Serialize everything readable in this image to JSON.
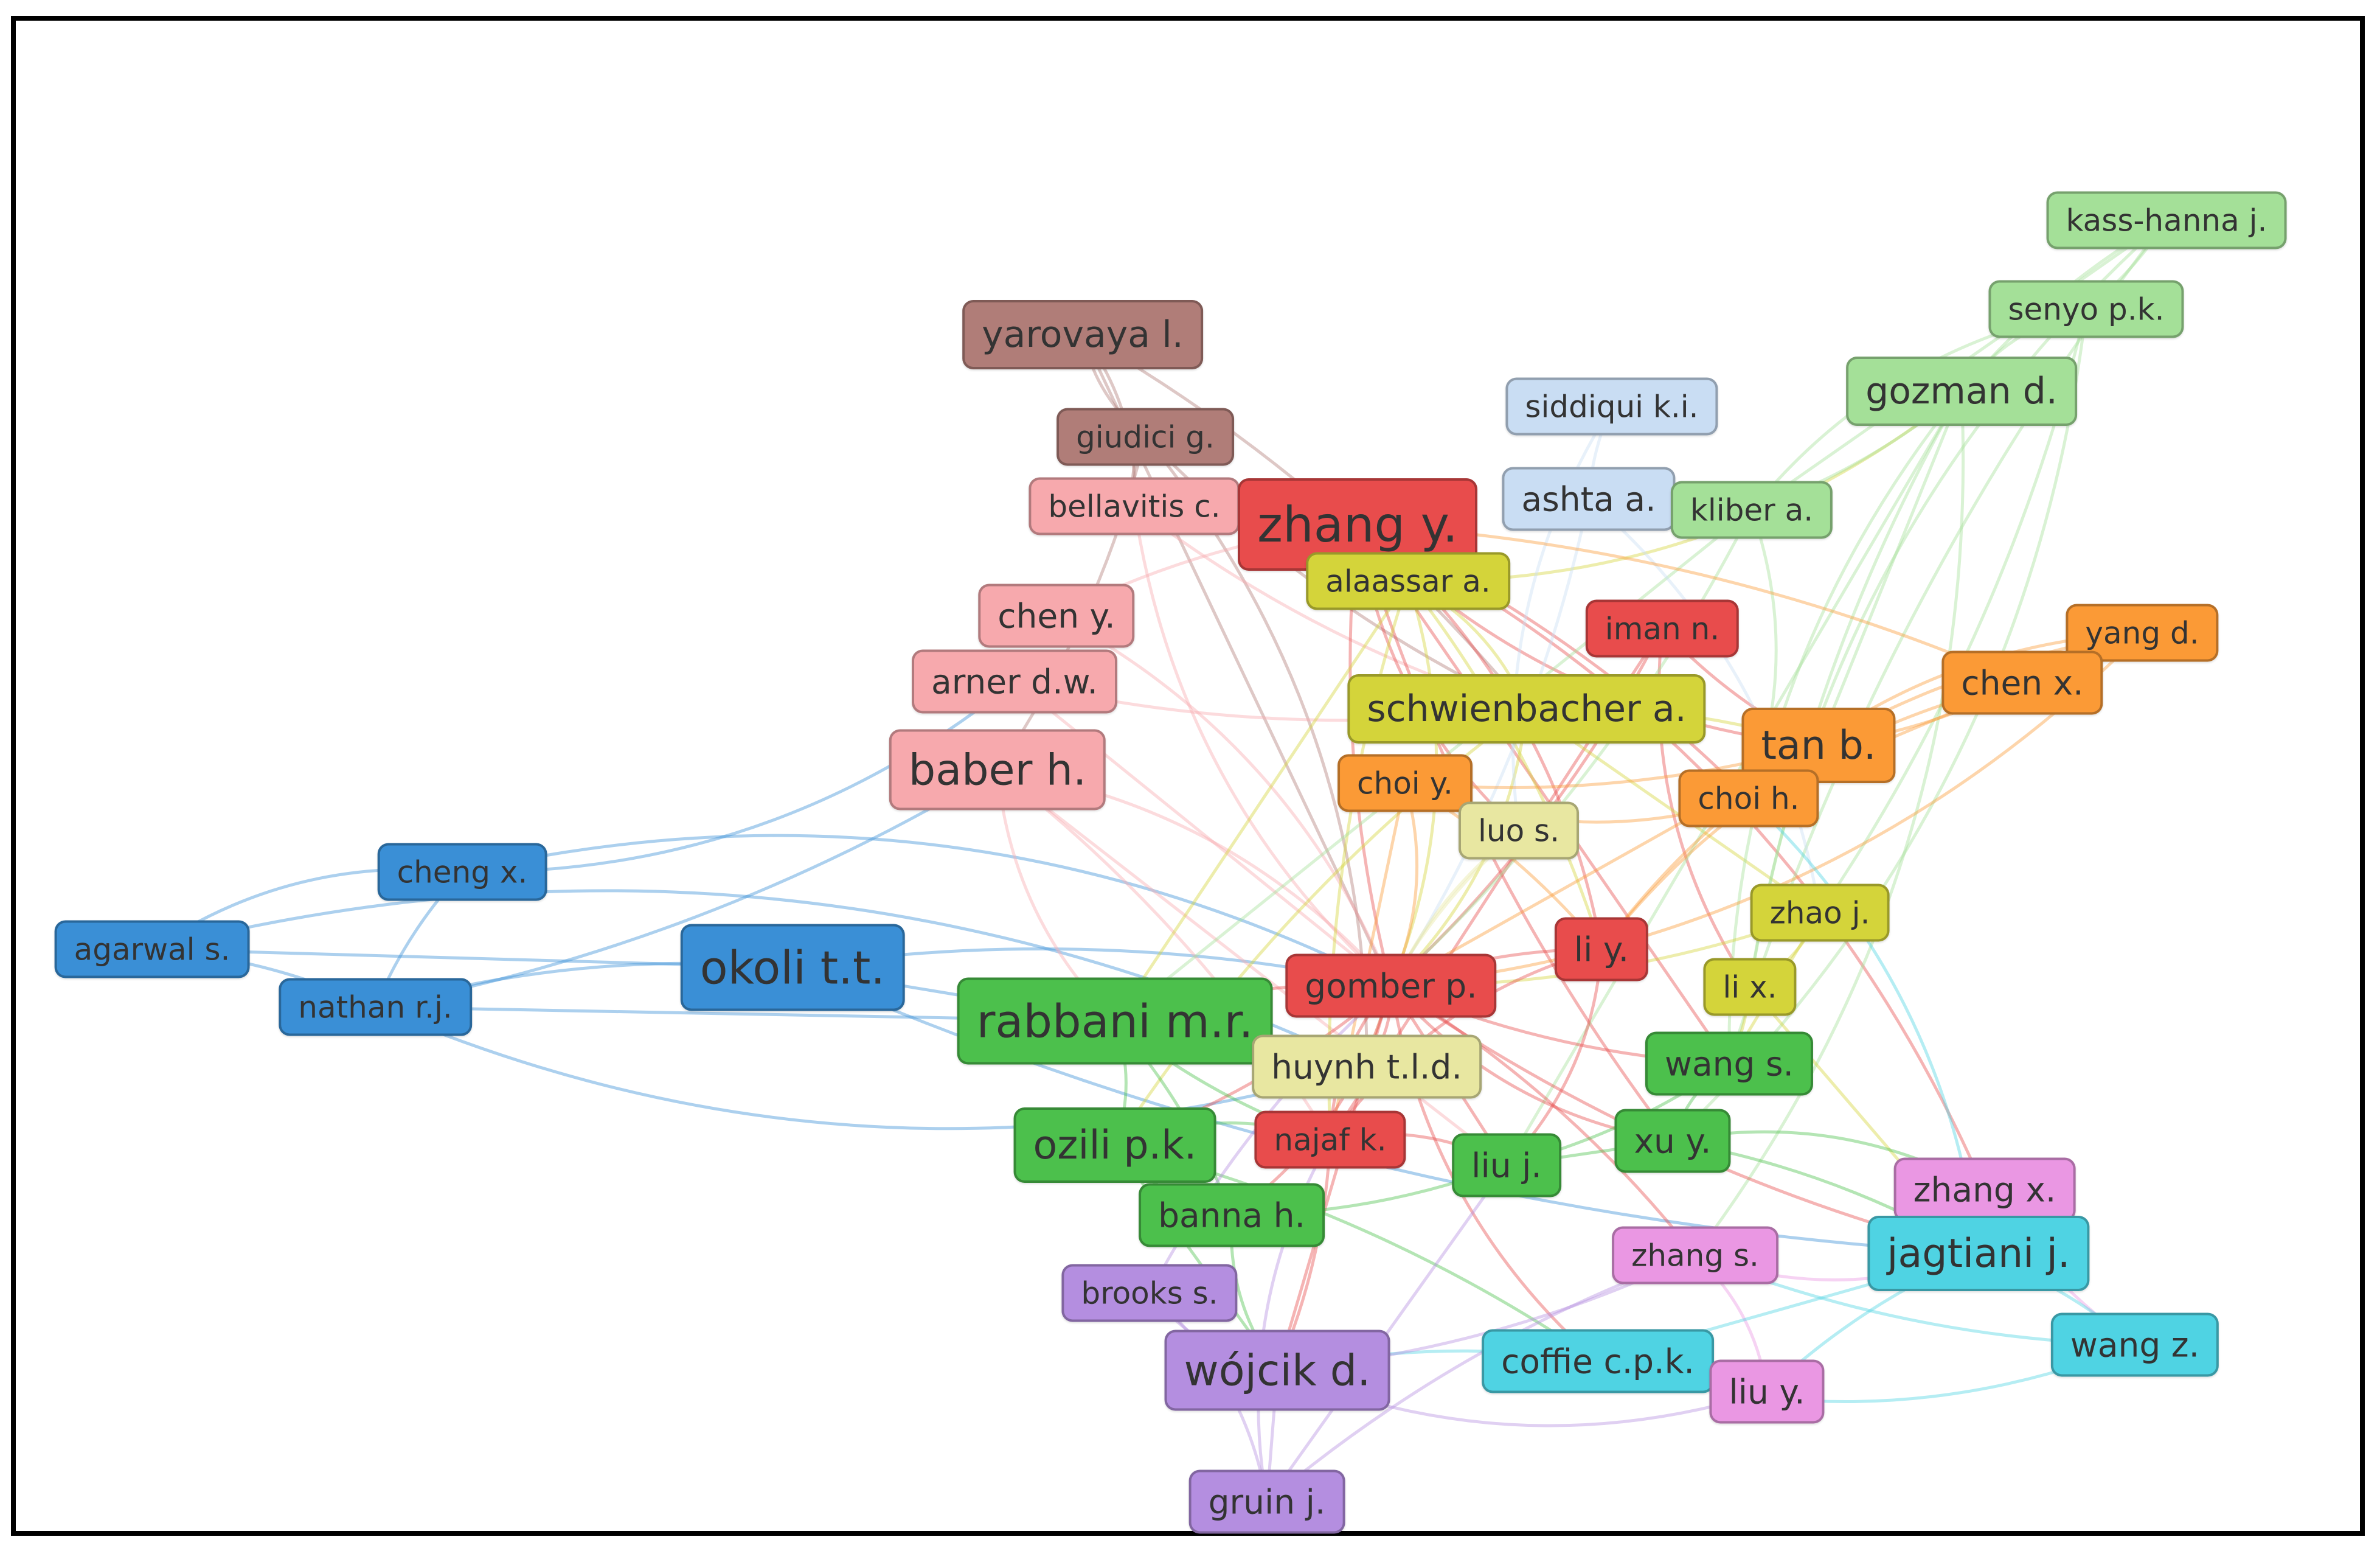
{
  "colors": {
    "red": "#e84c4c",
    "salmon": "#f7a9ad",
    "brown": "#b07d78",
    "blue": "#3a8fd6",
    "lightblue": "#c9ddf3",
    "yellow": "#d4d43a",
    "lightyellow": "#e8e7a1",
    "orange": "#fb9a36",
    "green": "#4cc04c",
    "lightgreen": "#a4e098",
    "purple": "#b48ee0",
    "pink": "#ea97e3",
    "cyan": "#4fd3e3"
  },
  "nodes": [
    {
      "id": "kass-hanna",
      "label": "kass-hanna j.",
      "color": "lightgreen",
      "weight": 1
    },
    {
      "id": "senyo",
      "label": "senyo p.k.",
      "color": "lightgreen",
      "weight": 1
    },
    {
      "id": "gozman",
      "label": "gozman d.",
      "color": "lightgreen",
      "weight": 1.2
    },
    {
      "id": "yarovaya",
      "label": "yarovaya l.",
      "color": "brown",
      "weight": 1.2
    },
    {
      "id": "giudici",
      "label": "giudici g.",
      "color": "brown",
      "weight": 1
    },
    {
      "id": "siddiqui",
      "label": "siddiqui k.i.",
      "color": "lightblue",
      "weight": 1
    },
    {
      "id": "ashta",
      "label": "ashta a.",
      "color": "lightblue",
      "weight": 1.1
    },
    {
      "id": "kliber",
      "label": "kliber a.",
      "color": "lightgreen",
      "weight": 1
    },
    {
      "id": "bellavitis",
      "label": "bellavitis c.",
      "color": "salmon",
      "weight": 1
    },
    {
      "id": "zhang-y",
      "label": "zhang y.",
      "color": "red",
      "weight": 1.6
    },
    {
      "id": "alaassar",
      "label": "alaassar a.",
      "color": "yellow",
      "weight": 1
    },
    {
      "id": "chen-y",
      "label": "chen y.",
      "color": "salmon",
      "weight": 1.1
    },
    {
      "id": "iman",
      "label": "iman n.",
      "color": "red",
      "weight": 1
    },
    {
      "id": "yang-d",
      "label": "yang d.",
      "color": "orange",
      "weight": 1
    },
    {
      "id": "arner",
      "label": "arner d.w.",
      "color": "salmon",
      "weight": 1.1
    },
    {
      "id": "chen-x",
      "label": "chen x.",
      "color": "orange",
      "weight": 1.1
    },
    {
      "id": "schwienbacher",
      "label": "schwienbacher a.",
      "color": "yellow",
      "weight": 1.2
    },
    {
      "id": "baber",
      "label": "baber h.",
      "color": "salmon",
      "weight": 1.4
    },
    {
      "id": "tan-b",
      "label": "tan b.",
      "color": "orange",
      "weight": 1.3
    },
    {
      "id": "choi-y",
      "label": "choi y.",
      "color": "orange",
      "weight": 1
    },
    {
      "id": "choi-h",
      "label": "choi h.",
      "color": "orange",
      "weight": 1
    },
    {
      "id": "luo",
      "label": "luo s.",
      "color": "lightyellow",
      "weight": 1
    },
    {
      "id": "cheng",
      "label": "cheng x.",
      "color": "blue",
      "weight": 1
    },
    {
      "id": "zhao",
      "label": "zhao j.",
      "color": "yellow",
      "weight": 1
    },
    {
      "id": "agarwal",
      "label": "agarwal s.",
      "color": "blue",
      "weight": 1
    },
    {
      "id": "okoli",
      "label": "okoli t.t.",
      "color": "blue",
      "weight": 1.5
    },
    {
      "id": "li-y",
      "label": "li y.",
      "color": "red",
      "weight": 1.1
    },
    {
      "id": "gomber",
      "label": "gomber p.",
      "color": "red",
      "weight": 1.1
    },
    {
      "id": "li-x",
      "label": "li x.",
      "color": "yellow",
      "weight": 1
    },
    {
      "id": "nathan",
      "label": "nathan r.j.",
      "color": "blue",
      "weight": 1
    },
    {
      "id": "rabbani",
      "label": "rabbani m.r.",
      "color": "green",
      "weight": 1.5
    },
    {
      "id": "huynh",
      "label": "huynh t.l.d.",
      "color": "lightyellow",
      "weight": 1.1
    },
    {
      "id": "wang-s",
      "label": "wang s.",
      "color": "green",
      "weight": 1.1
    },
    {
      "id": "ozili",
      "label": "ozili p.k.",
      "color": "green",
      "weight": 1.3
    },
    {
      "id": "najaf",
      "label": "najaf k.",
      "color": "red",
      "weight": 1
    },
    {
      "id": "liu-j",
      "label": "liu j.",
      "color": "green",
      "weight": 1.1
    },
    {
      "id": "xu-y",
      "label": "xu y.",
      "color": "green",
      "weight": 1.1
    },
    {
      "id": "zhang-x",
      "label": "zhang x.",
      "color": "pink",
      "weight": 1.1
    },
    {
      "id": "banna",
      "label": "banna h.",
      "color": "green",
      "weight": 1.1
    },
    {
      "id": "zhang-s",
      "label": "zhang s.",
      "color": "pink",
      "weight": 1
    },
    {
      "id": "jagtiani",
      "label": "jagtiani j.",
      "color": "cyan",
      "weight": 1.3
    },
    {
      "id": "brooks",
      "label": "brooks s.",
      "color": "purple",
      "weight": 1
    },
    {
      "id": "wojcik",
      "label": "wójcik d.",
      "color": "purple",
      "weight": 1.4
    },
    {
      "id": "coffie",
      "label": "coffie c.p.k.",
      "color": "cyan",
      "weight": 1.1
    },
    {
      "id": "wang-z",
      "label": "wang z.",
      "color": "cyan",
      "weight": 1.1
    },
    {
      "id": "liu-y",
      "label": "liu y.",
      "color": "pink",
      "weight": 1.1
    },
    {
      "id": "gruin",
      "label": "gruin j.",
      "color": "purple",
      "weight": 1.1
    }
  ],
  "edges": [
    [
      "agarwal",
      "cheng"
    ],
    [
      "agarwal",
      "nathan"
    ],
    [
      "agarwal",
      "okoli"
    ],
    [
      "cheng",
      "nathan"
    ],
    [
      "cheng",
      "arner"
    ],
    [
      "cheng",
      "gomber"
    ],
    [
      "nathan",
      "okoli"
    ],
    [
      "nathan",
      "rabbani"
    ],
    [
      "nathan",
      "baber"
    ],
    [
      "nathan",
      "huynh"
    ],
    [
      "agarwal",
      "huynh"
    ],
    [
      "okoli",
      "gomber"
    ],
    [
      "okoli",
      "rabbani"
    ],
    [
      "okoli",
      "jagtiani"
    ],
    [
      "yarovaya",
      "giudici"
    ],
    [
      "yarovaya",
      "bellavitis"
    ],
    [
      "yarovaya",
      "schwienbacher"
    ],
    [
      "yarovaya",
      "gomber"
    ],
    [
      "giudici",
      "schwienbacher"
    ],
    [
      "giudici",
      "bellavitis"
    ],
    [
      "giudici",
      "huynh"
    ],
    [
      "giudici",
      "baber"
    ],
    [
      "bellavitis",
      "zhang-y"
    ],
    [
      "bellavitis",
      "schwienbacher"
    ],
    [
      "bellavitis",
      "gomber"
    ],
    [
      "chen-y",
      "gomber"
    ],
    [
      "chen-y",
      "zhang-y"
    ],
    [
      "arner",
      "gomber"
    ],
    [
      "arner",
      "schwienbacher"
    ],
    [
      "baber",
      "rabbani"
    ],
    [
      "baber",
      "gomber"
    ],
    [
      "baber",
      "najaf"
    ],
    [
      "baber",
      "liu-j"
    ],
    [
      "zhang-y",
      "gomber"
    ],
    [
      "zhang-y",
      "tan-b"
    ],
    [
      "zhang-y",
      "li-y"
    ],
    [
      "zhang-y",
      "choi-h"
    ],
    [
      "zhang-y",
      "wang-s"
    ],
    [
      "zhang-y",
      "xu-y"
    ],
    [
      "zhang-y",
      "luo"
    ],
    [
      "zhang-y",
      "zhang-x"
    ],
    [
      "iman",
      "gomber"
    ],
    [
      "iman",
      "najaf"
    ],
    [
      "iman",
      "tan-b"
    ],
    [
      "iman",
      "li-x"
    ],
    [
      "schwienbacher",
      "gomber"
    ],
    [
      "schwienbacher",
      "tan-b"
    ],
    [
      "schwienbacher",
      "zhao"
    ],
    [
      "schwienbacher",
      "ozili"
    ],
    [
      "schwienbacher",
      "alaassar"
    ],
    [
      "alaassar",
      "gomber"
    ],
    [
      "alaassar",
      "li-y"
    ],
    [
      "alaassar",
      "rabbani"
    ],
    [
      "alaassar",
      "najaf"
    ],
    [
      "alaassar",
      "gozman"
    ],
    [
      "gozman",
      "senyo"
    ],
    [
      "gozman",
      "kass-hanna"
    ],
    [
      "gozman",
      "tan-b"
    ],
    [
      "gozman",
      "li-x"
    ],
    [
      "gozman",
      "wang-s"
    ],
    [
      "gozman",
      "zhang-s"
    ],
    [
      "gozman",
      "kliber"
    ],
    [
      "gozman",
      "liu-j"
    ],
    [
      "senyo",
      "kass-hanna"
    ],
    [
      "senyo",
      "kliber"
    ],
    [
      "senyo",
      "xu-y"
    ],
    [
      "senyo",
      "zhao"
    ],
    [
      "kass-hanna",
      "kliber"
    ],
    [
      "kass-hanna",
      "wang-s"
    ],
    [
      "kass-hanna",
      "li-x"
    ],
    [
      "kliber",
      "choi-h"
    ],
    [
      "kliber",
      "gomber"
    ],
    [
      "kliber",
      "rabbani"
    ],
    [
      "siddiqui",
      "ashta"
    ],
    [
      "siddiqui",
      "luo"
    ],
    [
      "ashta",
      "zhao"
    ],
    [
      "ashta",
      "gomber"
    ],
    [
      "yang-d",
      "chen-x"
    ],
    [
      "yang-d",
      "tan-b"
    ],
    [
      "yang-d",
      "choi-h"
    ],
    [
      "yang-d",
      "gomber"
    ],
    [
      "chen-x",
      "tan-b"
    ],
    [
      "chen-x",
      "choi-h"
    ],
    [
      "chen-x",
      "zhang-y"
    ],
    [
      "chen-x",
      "li-y"
    ],
    [
      "tan-b",
      "choi-h"
    ],
    [
      "tan-b",
      "choi-y"
    ],
    [
      "tan-b",
      "gomber"
    ],
    [
      "tan-b",
      "li-y"
    ],
    [
      "choi-y",
      "choi-h"
    ],
    [
      "choi-y",
      "gomber"
    ],
    [
      "choi-y",
      "li-y"
    ],
    [
      "choi-y",
      "najaf"
    ],
    [
      "luo",
      "gomber"
    ],
    [
      "luo",
      "huynh"
    ],
    [
      "zhao",
      "li-x"
    ],
    [
      "zhao",
      "gomber"
    ],
    [
      "zhao",
      "wang-s"
    ],
    [
      "li-y",
      "gomber"
    ],
    [
      "li-y",
      "najaf"
    ],
    [
      "li-y",
      "liu-j"
    ],
    [
      "li-x",
      "wang-s"
    ],
    [
      "li-x",
      "jagtiani"
    ],
    [
      "gomber",
      "rabbani"
    ],
    [
      "gomber",
      "najaf"
    ],
    [
      "gomber",
      "huynh"
    ],
    [
      "gomber",
      "ozili"
    ],
    [
      "gomber",
      "liu-j"
    ],
    [
      "gomber",
      "wang-s"
    ],
    [
      "gomber",
      "xu-y"
    ],
    [
      "gomber",
      "banna"
    ],
    [
      "gomber",
      "zhang-s"
    ],
    [
      "gomber",
      "wojcik"
    ],
    [
      "gomber",
      "jagtiani"
    ],
    [
      "gomber",
      "coffie"
    ],
    [
      "rabbani",
      "ozili"
    ],
    [
      "rabbani",
      "banna"
    ],
    [
      "rabbani",
      "huynh"
    ],
    [
      "rabbani",
      "najaf"
    ],
    [
      "ozili",
      "banna"
    ],
    [
      "ozili",
      "najaf"
    ],
    [
      "ozili",
      "coffie"
    ],
    [
      "ozili",
      "wojcik"
    ],
    [
      "banna",
      "liu-j"
    ],
    [
      "banna",
      "wojcik"
    ],
    [
      "najaf",
      "liu-j"
    ],
    [
      "najaf",
      "wojcik"
    ],
    [
      "liu-j",
      "xu-y"
    ],
    [
      "liu-j",
      "wang-s"
    ],
    [
      "wang-s",
      "xu-y"
    ],
    [
      "xu-y",
      "zhang-x"
    ],
    [
      "xu-y",
      "jagtiani"
    ],
    [
      "zhang-x",
      "jagtiani"
    ],
    [
      "zhang-x",
      "wang-z"
    ],
    [
      "zhang-s",
      "jagtiani"
    ],
    [
      "zhang-s",
      "liu-y"
    ],
    [
      "jagtiani",
      "wang-z"
    ],
    [
      "jagtiani",
      "coffie"
    ],
    [
      "jagtiani",
      "liu-y"
    ],
    [
      "jagtiani",
      "choi-h"
    ],
    [
      "wang-z",
      "coffie"
    ],
    [
      "wang-z",
      "zhang-s"
    ],
    [
      "coffie",
      "liu-y"
    ],
    [
      "coffie",
      "wojcik"
    ],
    [
      "brooks",
      "wojcik"
    ],
    [
      "brooks",
      "gruin"
    ],
    [
      "brooks",
      "gomber"
    ],
    [
      "wojcik",
      "gruin"
    ],
    [
      "wojcik",
      "zhang-s"
    ],
    [
      "wojcik",
      "liu-y"
    ],
    [
      "gruin",
      "najaf"
    ],
    [
      "gruin",
      "zhang-s"
    ],
    [
      "gruin",
      "liu-j"
    ]
  ]
}
